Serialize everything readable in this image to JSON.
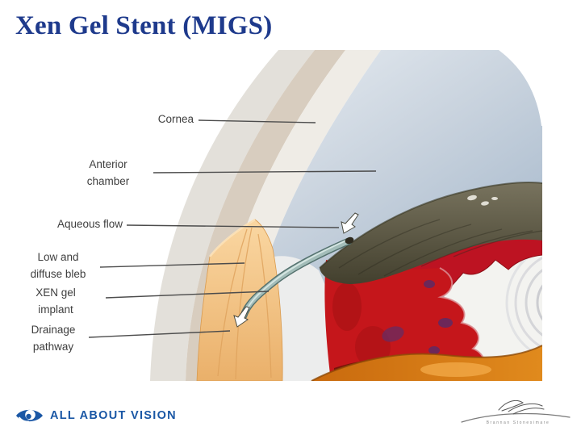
{
  "title": "Xen Gel Stent (MIGS)",
  "labels": {
    "cornea": {
      "line1": "Cornea"
    },
    "anterior_chamber": {
      "line1": "Anterior",
      "line2": "chamber"
    },
    "aqueous_flow": {
      "line1": "Aqueous flow"
    },
    "bleb": {
      "line1": "Low and",
      "line2": "diffuse bleb"
    },
    "xen_implant": {
      "line1": "XEN gel",
      "line2": "implant"
    },
    "drainage": {
      "line1": "Drainage",
      "line2": "pathway"
    }
  },
  "footer": {
    "brand": "ALL ABOUT VISION",
    "signature_name": "Brannan Stonesimare"
  },
  "icons": {
    "logo": "eye-icon"
  },
  "colors": {
    "title_navy": "#1e3a8c",
    "brand_blue": "#1a57a5",
    "label_gray": "#3e3e3e",
    "leader_line": "#4c4c4c",
    "cornea_beige": "#d8cdbf",
    "anterior_chamber_blue": "#aabccd",
    "iris_olive": "#5d5944",
    "ciliary_red": "#c5161b",
    "lens_white": "#f3f3f0",
    "choroid_orange": "#d3790f",
    "sclera_flap_tan": "#f2c389",
    "stent_teal": "#a3bdb9"
  }
}
